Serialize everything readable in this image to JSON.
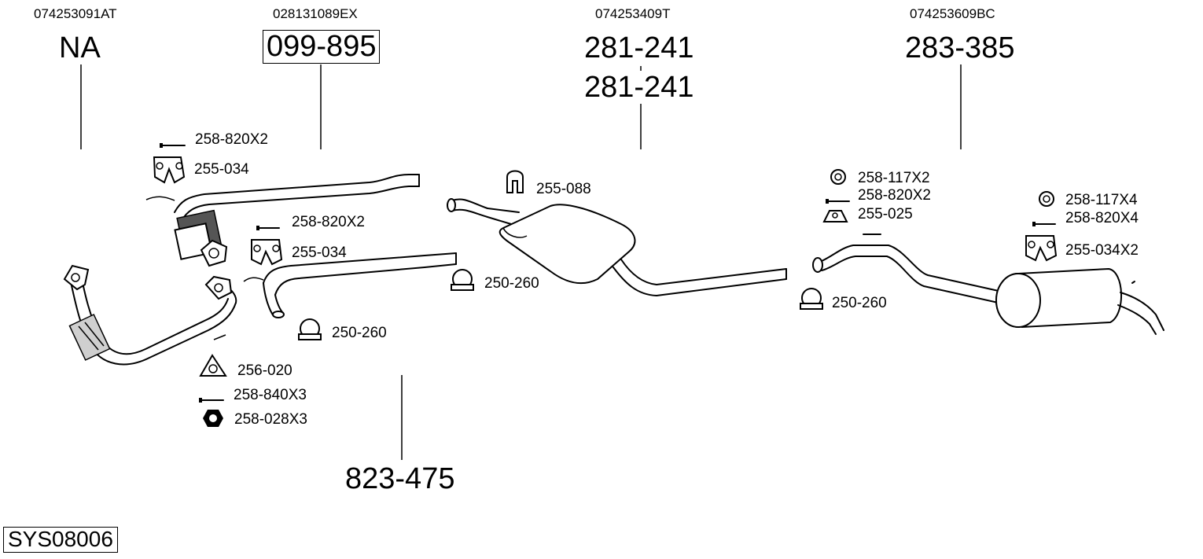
{
  "oem_numbers": {
    "col1": "074253091AT",
    "col2": "028131089EX",
    "col3": "074253409T",
    "col4": "074253609BC"
  },
  "main_parts": {
    "col1": "NA",
    "col2": "099-895",
    "col3_a": "281-241",
    "col3_b": "281-241",
    "col4": "283-385",
    "bottom": "823-475"
  },
  "accessories": {
    "a1": "258-820X2",
    "a2": "255-034",
    "a3": "258-820X2",
    "a4": "255-034",
    "a5": "256-020",
    "a6": "258-840X3",
    "a7": "258-028X3",
    "a8": "250-260",
    "a9": "250-260",
    "a10": "255-088",
    "a11": "258-117X2",
    "a12": "258-820X2",
    "a13": "255-025",
    "a14": "250-260",
    "a15": "258-117X4",
    "a16": "258-820X4",
    "a17": "255-034X2"
  },
  "system_id": "SYS08006"
}
